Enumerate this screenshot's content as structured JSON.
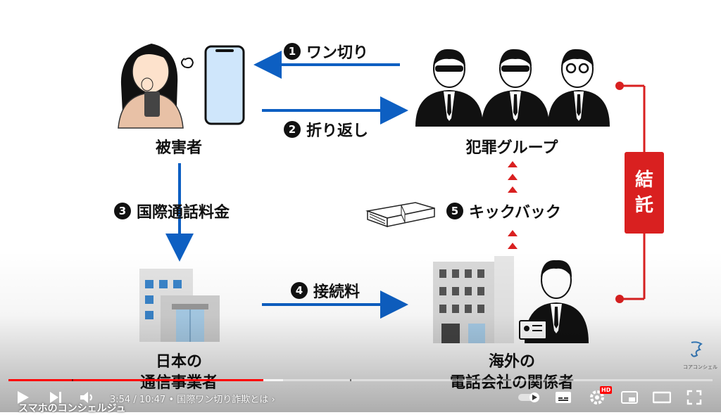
{
  "diagram": {
    "victim_label": "被害者",
    "criminal_group_label": "犯罪グループ",
    "carrier_label_line1": "日本の",
    "carrier_label_line2": "通信事業者",
    "overseas_label_line1": "海外の",
    "overseas_label_line2": "電話会社の関係者",
    "conspiracy_line1": "結",
    "conspiracy_line2": "託",
    "steps": [
      {
        "num": "1",
        "label": "ワン切り"
      },
      {
        "num": "2",
        "label": "折り返し"
      },
      {
        "num": "3",
        "label": "国際通話料金"
      },
      {
        "num": "4",
        "label": "接続料"
      },
      {
        "num": "5",
        "label": "キックバック"
      }
    ],
    "watermark": "コアコンシェル"
  },
  "player": {
    "current_time": "3:54",
    "duration": "10:47",
    "chapter_title": "国際ワン切り詐欺とは",
    "channel_name": "スマホのコンシェルジュ",
    "hd_badge": "HD",
    "progress_fraction": 0.362,
    "buffer_fraction": 0.39
  },
  "colors": {
    "arrow_blue": "#0d5fc2",
    "accent_red": "#d92020",
    "progress_red": "#ff0000"
  }
}
